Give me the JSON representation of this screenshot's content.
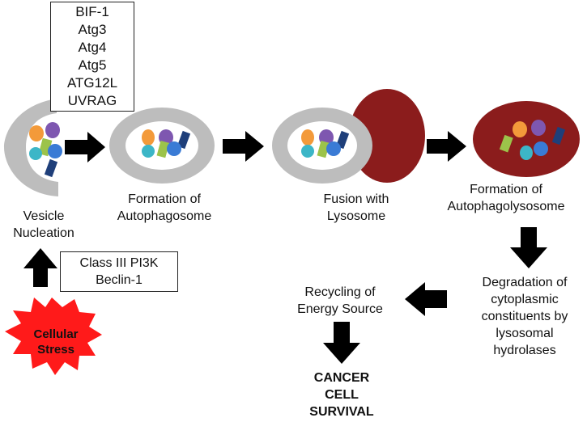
{
  "factors_top": [
    "BIF-1",
    "Atg3",
    "Atg4",
    "Atg5",
    "ATG12L",
    "UVRAG"
  ],
  "factors_bottom": [
    "Class III PI3K",
    "Beclin-1"
  ],
  "stages": {
    "vesicle_nucleation": [
      "Vesicle",
      "Nucleation"
    ],
    "autophagosome": [
      "Formation of",
      "Autophagosome"
    ],
    "fusion": [
      "Fusion with",
      "Lysosome"
    ],
    "autophagolysosome": [
      "Formation of",
      "Autophagolysosome"
    ],
    "degradation": [
      "Degradation of",
      "cytoplasmic",
      "constituents by",
      "lysosomal",
      "hydrolases"
    ],
    "recycling": [
      "Recycling of",
      "Energy Source"
    ],
    "survival": [
      "CANCER",
      "CELL",
      "SURVIVAL"
    ]
  },
  "stress_label": [
    "Cellular",
    "Stress"
  ],
  "colors": {
    "membrane": "#bdbdbd",
    "lysosome": "#8b1c1c",
    "arrow": "#000000",
    "stress_burst": "#ff1a1a",
    "cargo_orange": "#f39a3a",
    "cargo_purple": "#7e57b0",
    "cargo_green": "#9cc34a",
    "cargo_teal": "#3cb6c7",
    "cargo_blue": "#3a7bd5",
    "cargo_navy": "#1f3f7a"
  }
}
